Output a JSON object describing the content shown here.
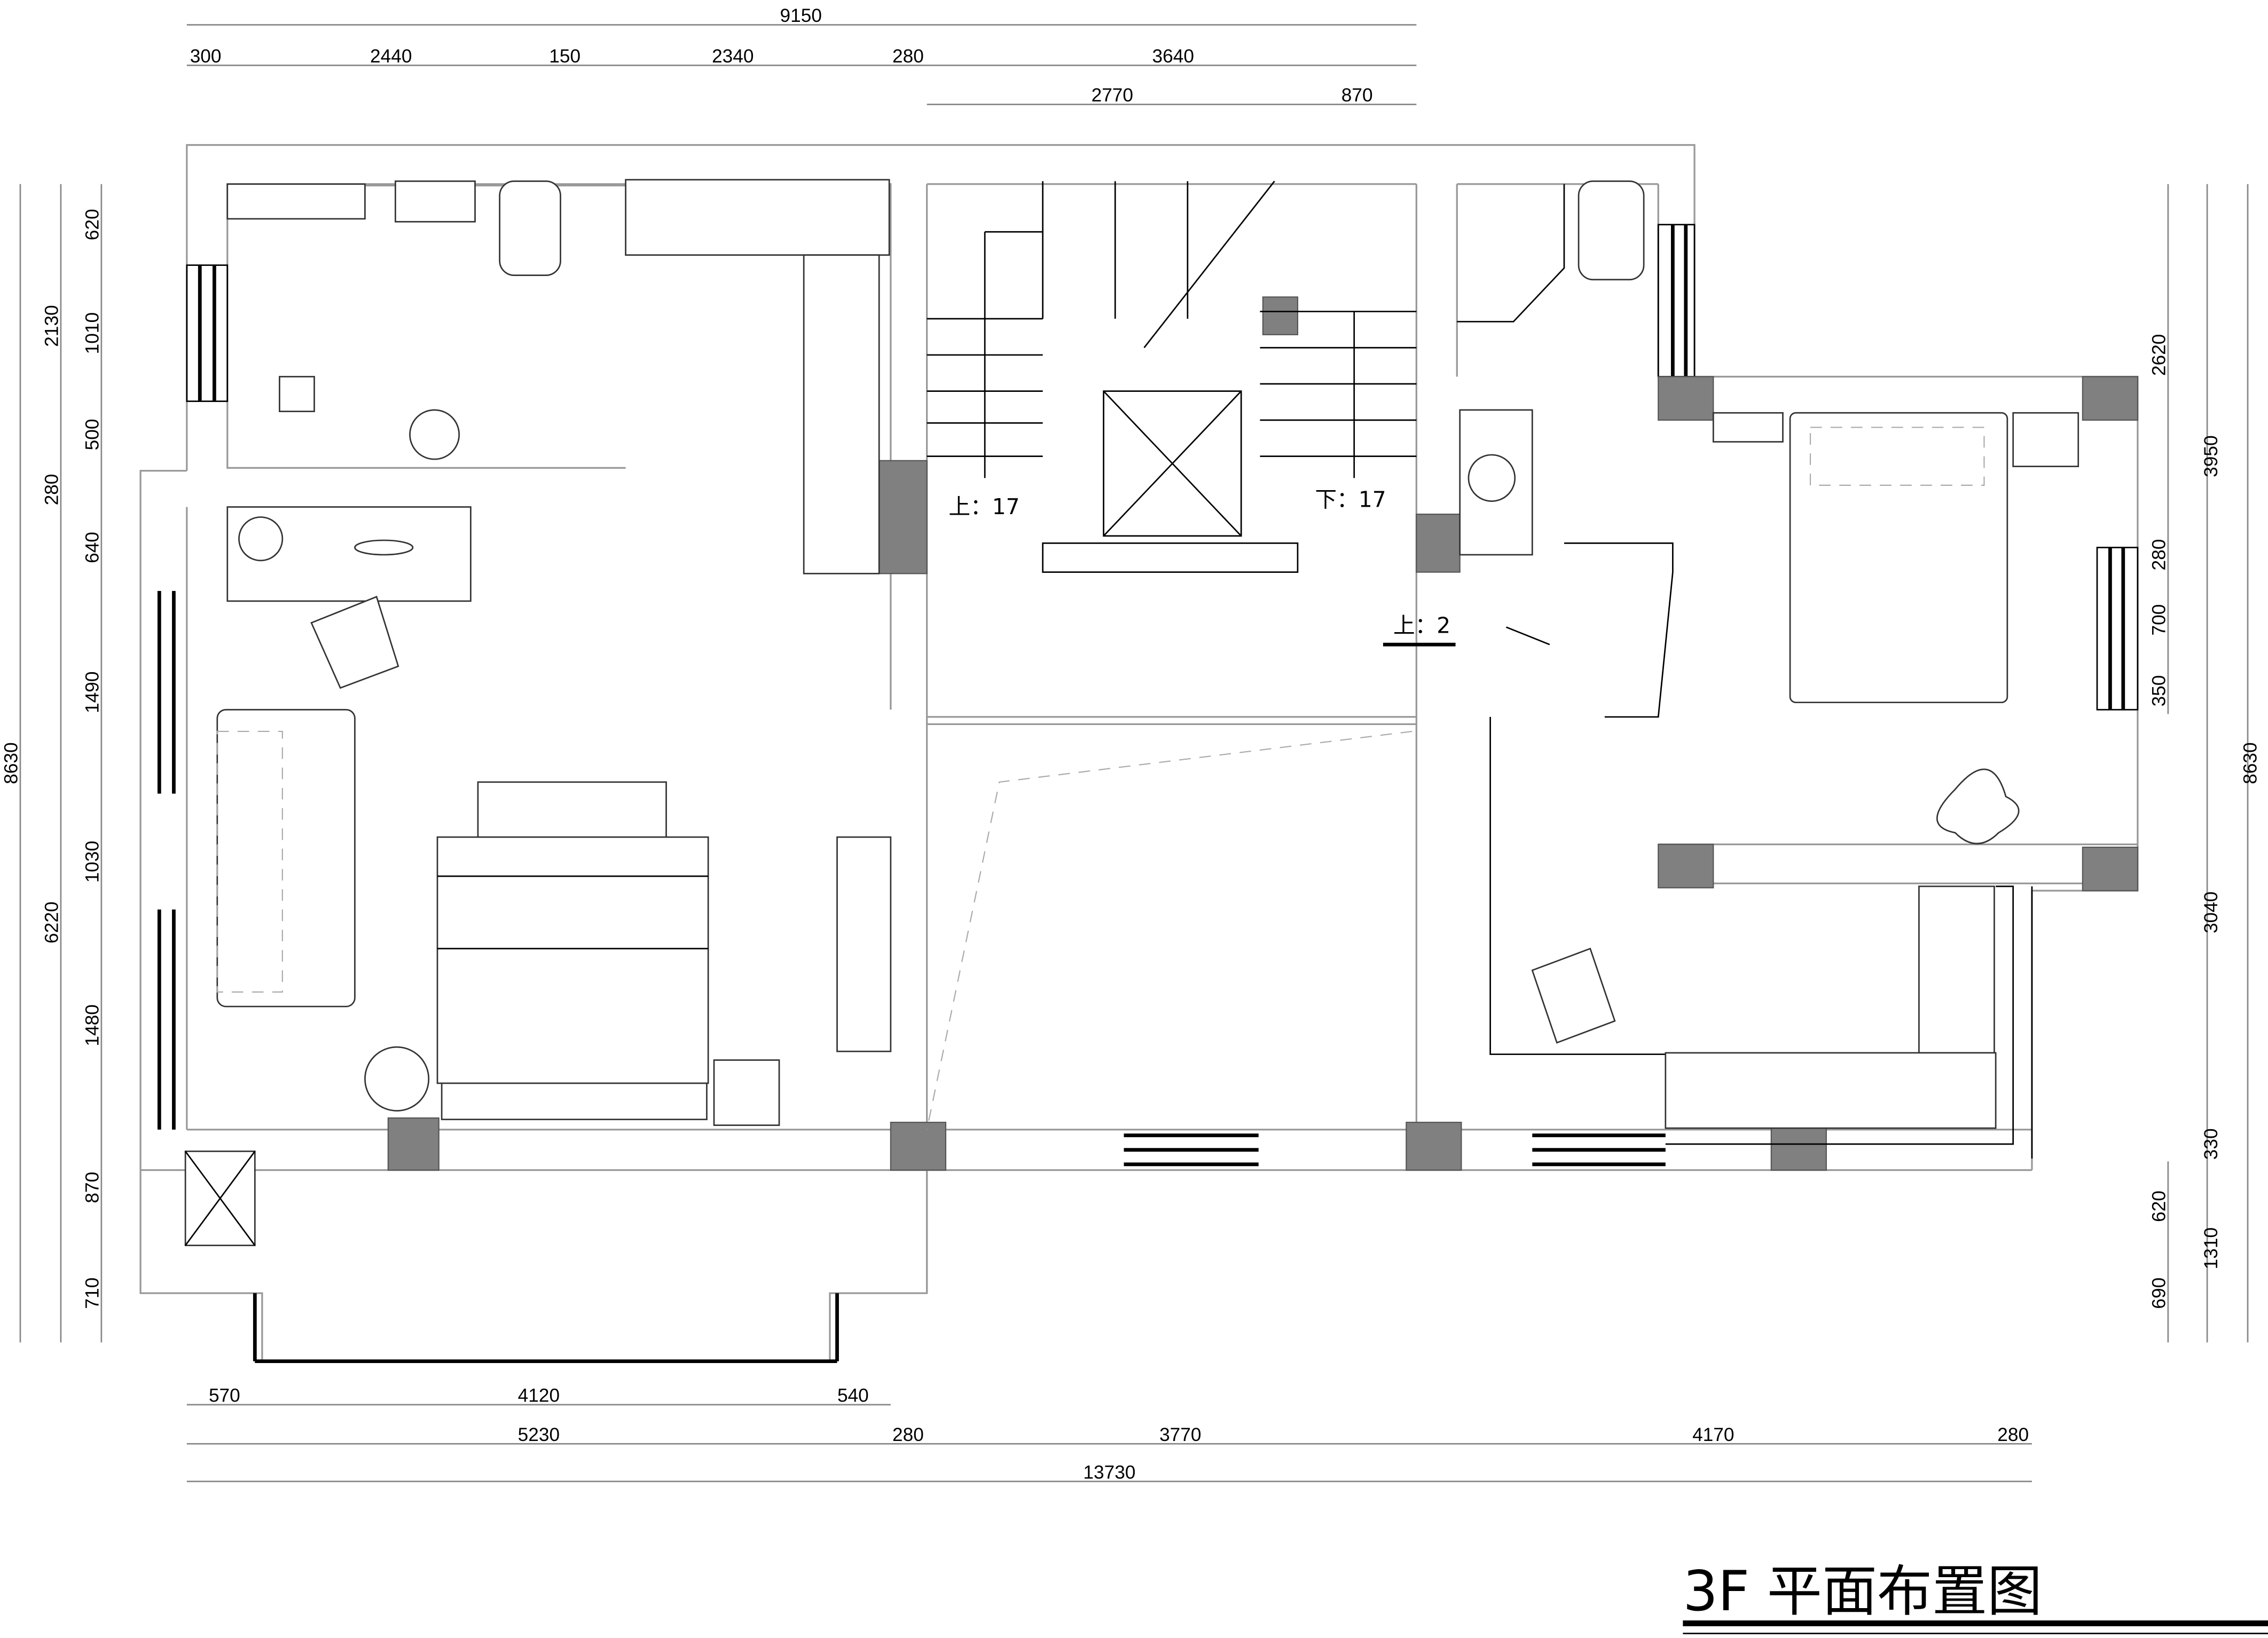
{
  "title": "3F  平面布置图",
  "stair_labels": {
    "up_main": "上：17",
    "down_main": "下：17",
    "up_small": "上：2"
  },
  "dimensions": {
    "top_total": "9150",
    "top_row": [
      "300",
      "2440",
      "150",
      "2340",
      "280",
      "3640"
    ],
    "top_sub": [
      "2770",
      "870"
    ],
    "bottom_row1": [
      "570",
      "4120",
      "540"
    ],
    "bottom_row2": [
      "5230",
      "280",
      "3770",
      "4170",
      "280"
    ],
    "bottom_total": "13730",
    "left_total": "8630",
    "left_mid": [
      "2130",
      "280",
      "6220"
    ],
    "left_inner": [
      "620",
      "1010",
      "500",
      "640",
      "1490",
      "1030",
      "1480",
      "870",
      "710"
    ],
    "right_inner": [
      "2620",
      "280",
      "700",
      "350",
      "620",
      "690"
    ],
    "right_mid": [
      "3950",
      "3040",
      "330",
      "1310"
    ],
    "right_total": "8630"
  },
  "colors": {
    "column": "#808080",
    "wall": "#999999",
    "line": "#000000"
  }
}
